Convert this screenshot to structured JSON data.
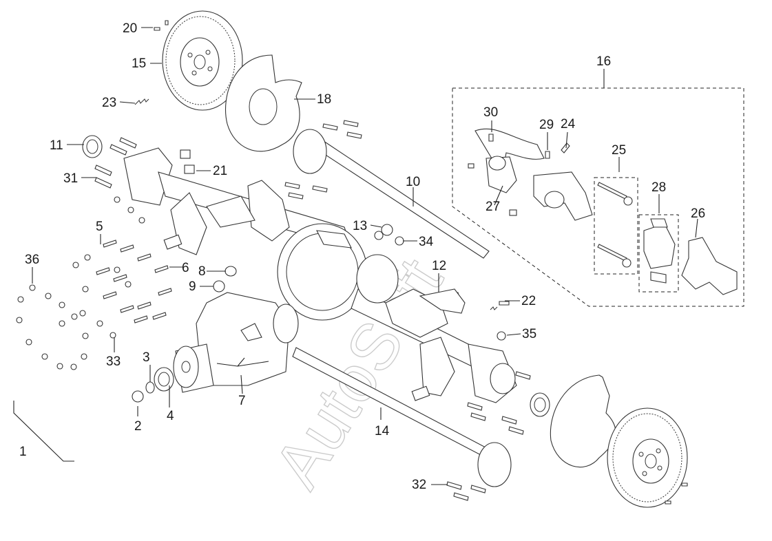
{
  "diagram": {
    "labels": {
      "1": "1",
      "2": "2",
      "3": "3",
      "4": "4",
      "5": "5",
      "6": "6",
      "7": "7",
      "8": "8",
      "9": "9",
      "10": "10",
      "11": "11",
      "12": "12",
      "13": "13",
      "14": "14",
      "15": "15",
      "16": "16",
      "18": "18",
      "20": "20",
      "21": "21",
      "22": "22",
      "23": "23",
      "24": "24",
      "25": "25",
      "26": "26",
      "27": "27",
      "28": "28",
      "29": "29",
      "30": "30",
      "31": "31",
      "32": "32",
      "33": "33",
      "34": "34",
      "35": "35",
      "36": "36"
    },
    "watermark": "AutoSoft"
  }
}
